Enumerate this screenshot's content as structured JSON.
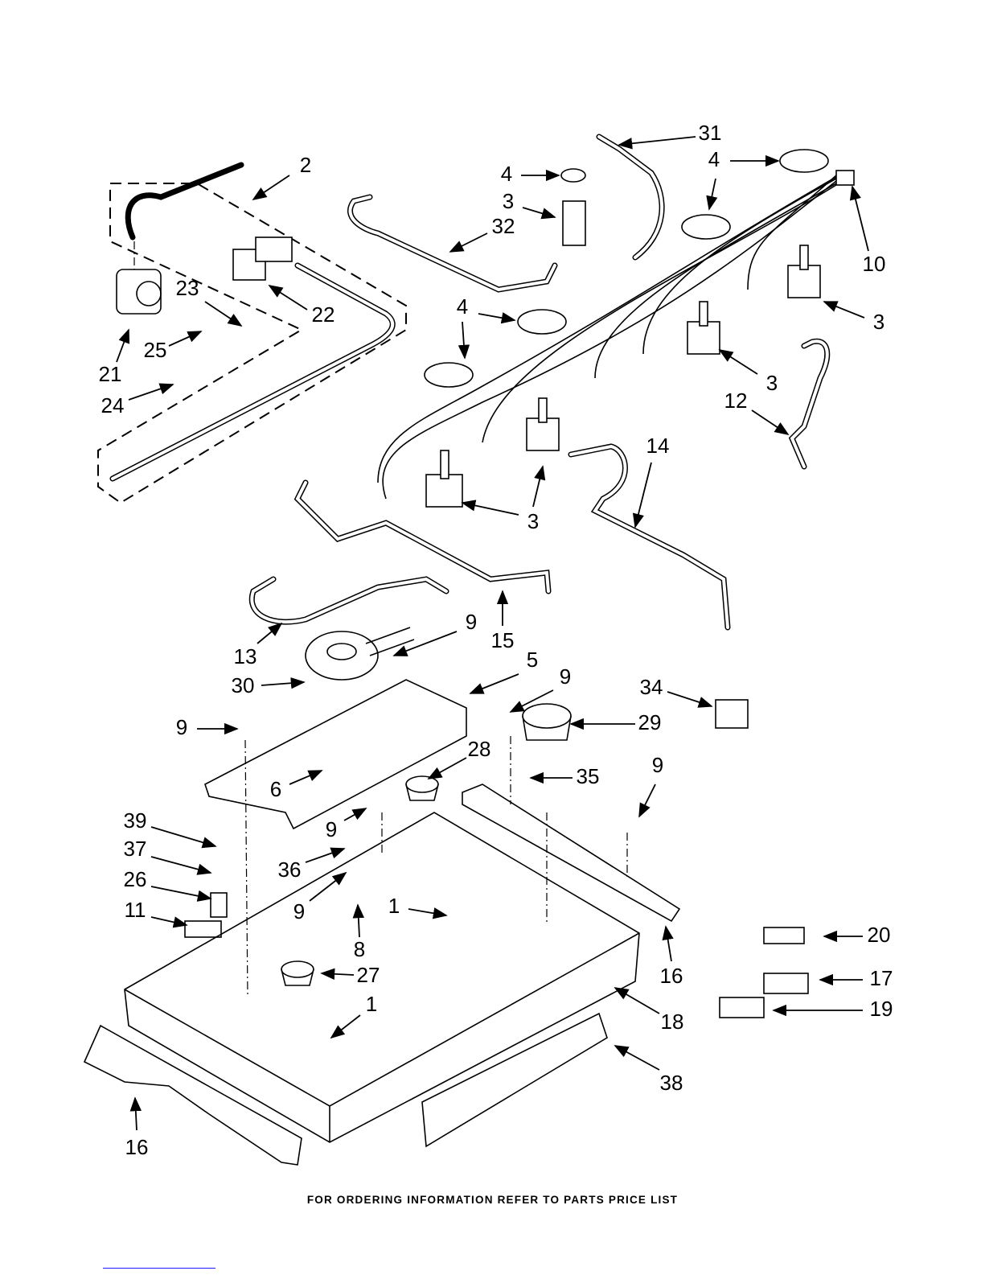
{
  "callouts": [
    "31",
    "2",
    "4",
    "4",
    "3",
    "32",
    "10",
    "23",
    "22",
    "3",
    "4",
    "21",
    "25",
    "3",
    "24",
    "12",
    "14",
    "3",
    "13",
    "9",
    "15",
    "5",
    "30",
    "9",
    "34",
    "9",
    "29",
    "28",
    "6",
    "35",
    "9",
    "39",
    "9",
    "37",
    "36",
    "26",
    "9",
    "11",
    "1",
    "20",
    "8",
    "16",
    "17",
    "27",
    "19",
    "1",
    "18",
    "38",
    "16"
  ],
  "footer": "FOR ORDERING INFORMATION REFER TO PARTS PRICE LIST"
}
